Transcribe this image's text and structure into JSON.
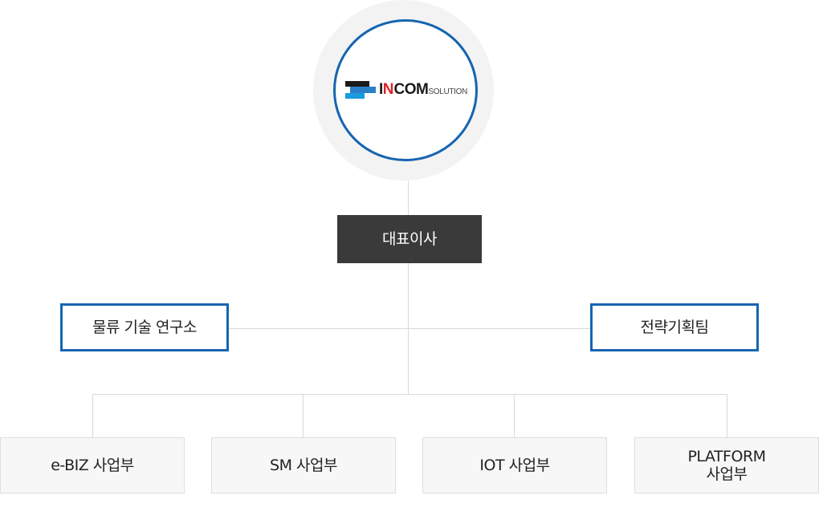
{
  "logo": {
    "word_part1": "I",
    "word_part2": "N",
    "word_part3": "COM",
    "word_part4": "SOLUTION",
    "colors": {
      "ring": "#1565b0",
      "accent_red": "#e0202a",
      "accent_blue": "#1a9be0",
      "dark": "#1a1a1a"
    }
  },
  "ceo": {
    "label": "대표이사"
  },
  "staff": [
    {
      "label": "물류 기술 연구소"
    },
    {
      "label": "전략기획팀"
    }
  ],
  "departments": [
    {
      "label": "e-BIZ 사업부"
    },
    {
      "label": "SM 사업부"
    },
    {
      "label": "IOT 사업부"
    },
    {
      "label": "PLATFORM\n사업부"
    }
  ]
}
